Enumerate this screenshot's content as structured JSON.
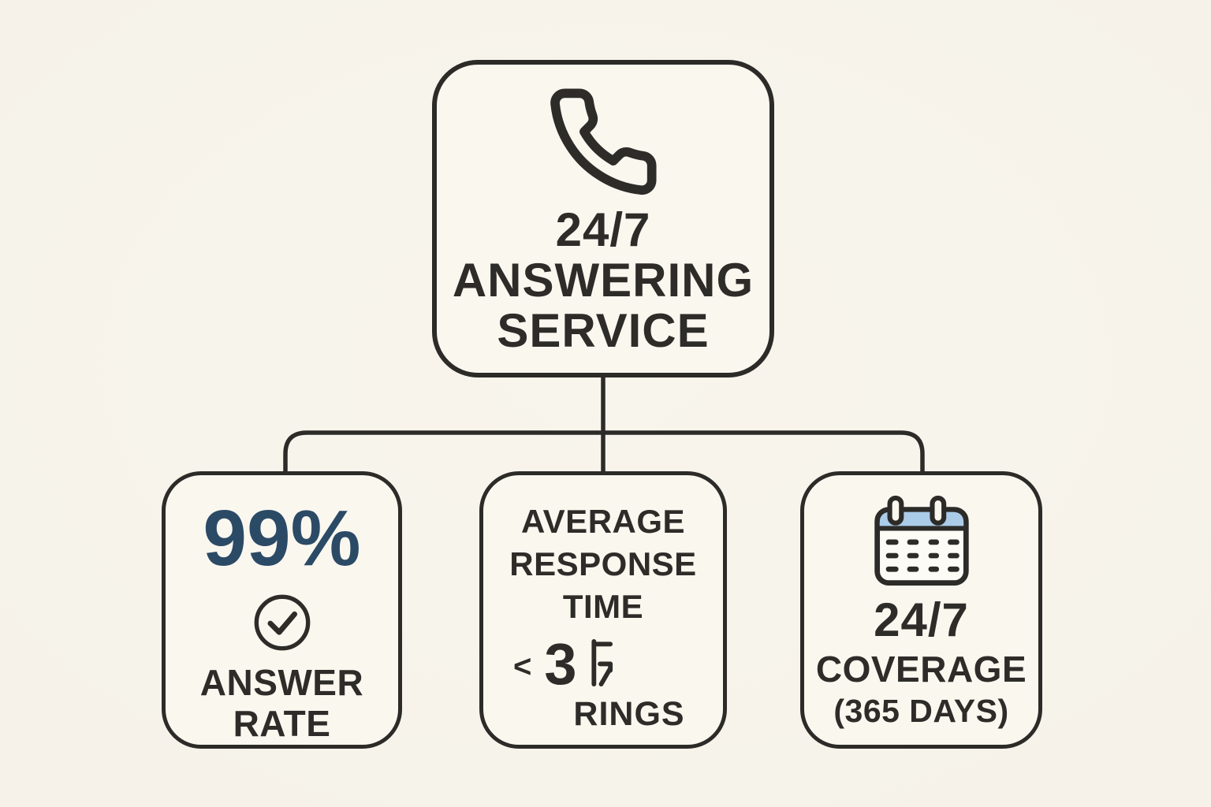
{
  "title": "24/7 Answering Service infographic",
  "colors": {
    "background": "#f6f2e9",
    "box_fill": "#faf7ef",
    "outline": "#2c2b28",
    "ink": "#2d2c29",
    "accent_navy": "#2b4a66",
    "calendar_blue": "#abcce9"
  },
  "root": {
    "icon": "phone-icon",
    "line1": "24/7",
    "line2": "ANSWERING",
    "line3": "SERVICE"
  },
  "answer_rate": {
    "stat": "99%",
    "icon": "check-circle-icon",
    "line1": "ANSWER",
    "line2": "RATE"
  },
  "response_time": {
    "line1": "AVERAGE",
    "line2": "RESPONSE",
    "line3": "TIME",
    "less_than": "<",
    "count": "3",
    "glyph": "malformed-R-glyph",
    "unit": "RINGS"
  },
  "coverage": {
    "icon": "calendar-icon",
    "line1": "24/7",
    "line2": "COVERAGE",
    "line3": "(365 DAYS)"
  }
}
